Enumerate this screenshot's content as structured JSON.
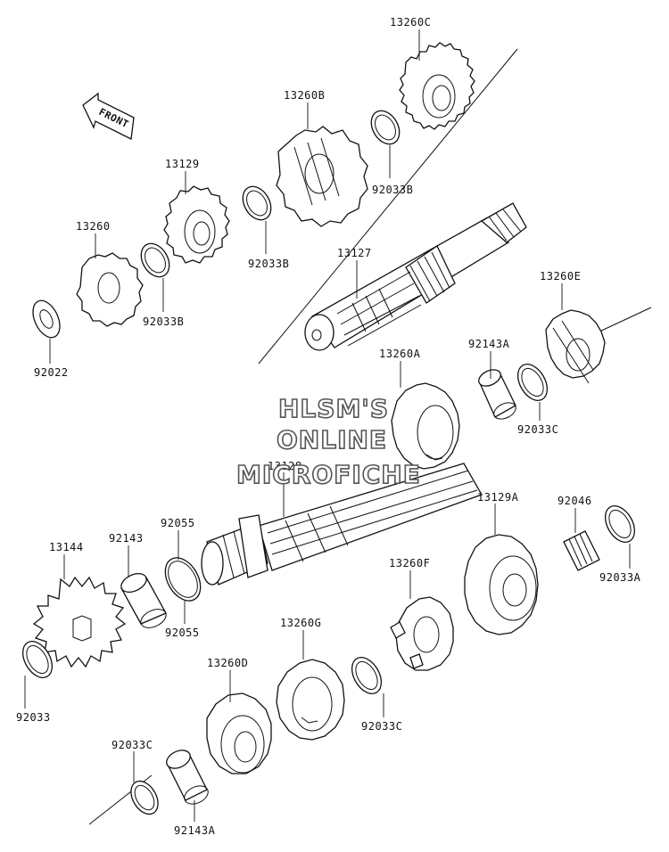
{
  "watermark": {
    "line1": "HLSM'S",
    "line2": "ONLINE",
    "line3": "MICROFICHE"
  },
  "front_label": "FRONT",
  "parts": [
    {
      "id": "p13260C",
      "label": "13260C"
    },
    {
      "id": "p13260B",
      "label": "13260B"
    },
    {
      "id": "p92033B_1",
      "label": "92033B"
    },
    {
      "id": "p13129",
      "label": "13129"
    },
    {
      "id": "p92033B_2",
      "label": "92033B"
    },
    {
      "id": "p13260",
      "label": "13260"
    },
    {
      "id": "p92033B_3",
      "label": "92033B"
    },
    {
      "id": "p92022",
      "label": "92022"
    },
    {
      "id": "p13127",
      "label": "13127"
    },
    {
      "id": "p13260E",
      "label": "13260E"
    },
    {
      "id": "p92143A_1",
      "label": "92143A"
    },
    {
      "id": "p13260A",
      "label": "13260A"
    },
    {
      "id": "p92033C_1",
      "label": "92033C"
    },
    {
      "id": "p13128",
      "label": "13128"
    },
    {
      "id": "p92046",
      "label": "92046"
    },
    {
      "id": "p13129A",
      "label": "13129A"
    },
    {
      "id": "p92033A",
      "label": "92033A"
    },
    {
      "id": "p13144",
      "label": "13144"
    },
    {
      "id": "p92143",
      "label": "92143"
    },
    {
      "id": "p92055_1",
      "label": "92055"
    },
    {
      "id": "p92055_2",
      "label": "92055"
    },
    {
      "id": "p13260F",
      "label": "13260F"
    },
    {
      "id": "p13260G",
      "label": "13260G"
    },
    {
      "id": "p13260D",
      "label": "13260D"
    },
    {
      "id": "p92033_1",
      "label": "92033"
    },
    {
      "id": "p92033C_2",
      "label": "92033C"
    },
    {
      "id": "p92033C_3",
      "label": "92033C"
    },
    {
      "id": "p92143A_2",
      "label": "92143A"
    }
  ]
}
